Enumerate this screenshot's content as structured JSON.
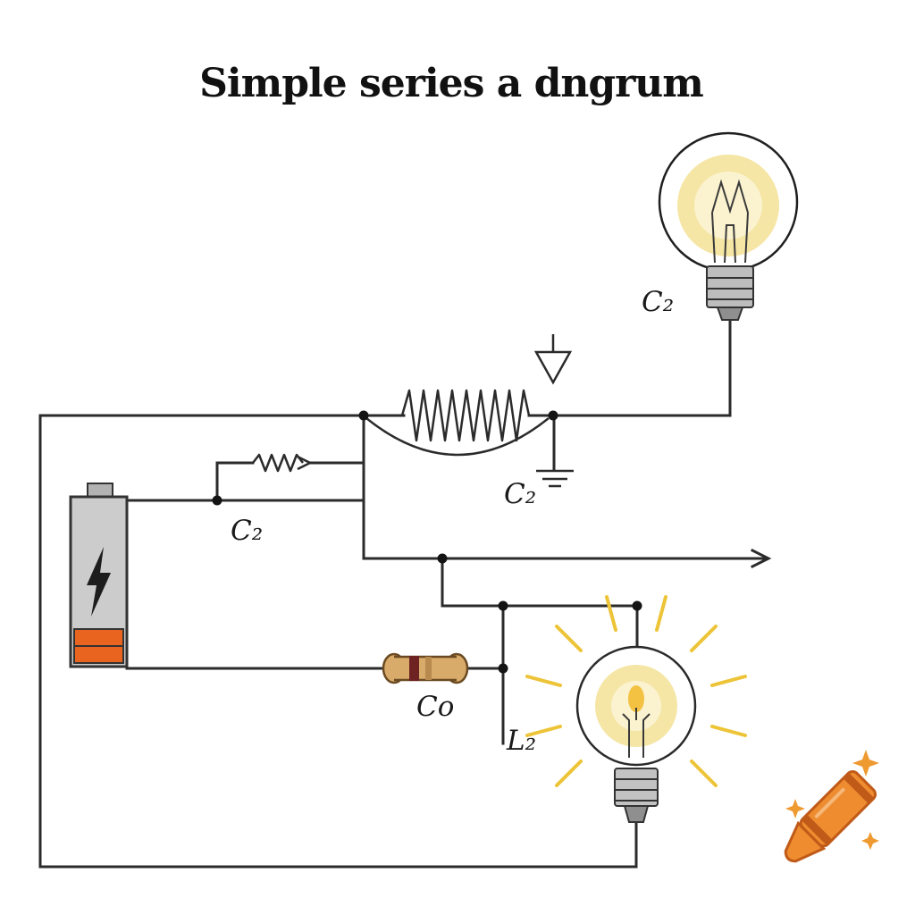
{
  "title": "Simple series a dngrum",
  "labels": {
    "top_bulb": "C₂",
    "ground": "C₂",
    "branch_resistor": "C₂",
    "band_resistor": "Co",
    "branch_wire": "L₂"
  },
  "components": [
    "battery-with-lightning-bolt",
    "inductor-coil",
    "zigzag-resistor-with-arrow",
    "color-band-resistor",
    "light-bulb",
    "glowing-light-bulb-with-rays",
    "ground-symbol",
    "triangle-antenna-symbol",
    "current-flow-arrow",
    "crayon-clipart-with-sparkles"
  ],
  "colors": {
    "wire": "#2b2b2b",
    "battery_body": "#cccccc",
    "battery_stripe": "#e8641f",
    "bulb_glow_outer": "#f5e6a6",
    "bulb_glow_inner": "#fbf3cf",
    "ray_yellow": "#edc437",
    "resistor_body": "#d8ab6b",
    "resistor_band": "#6e2222",
    "crayon_orange": "#ee8c2f",
    "crayon_band": "#c05a18",
    "sparkle_orange": "#ef9a30"
  }
}
